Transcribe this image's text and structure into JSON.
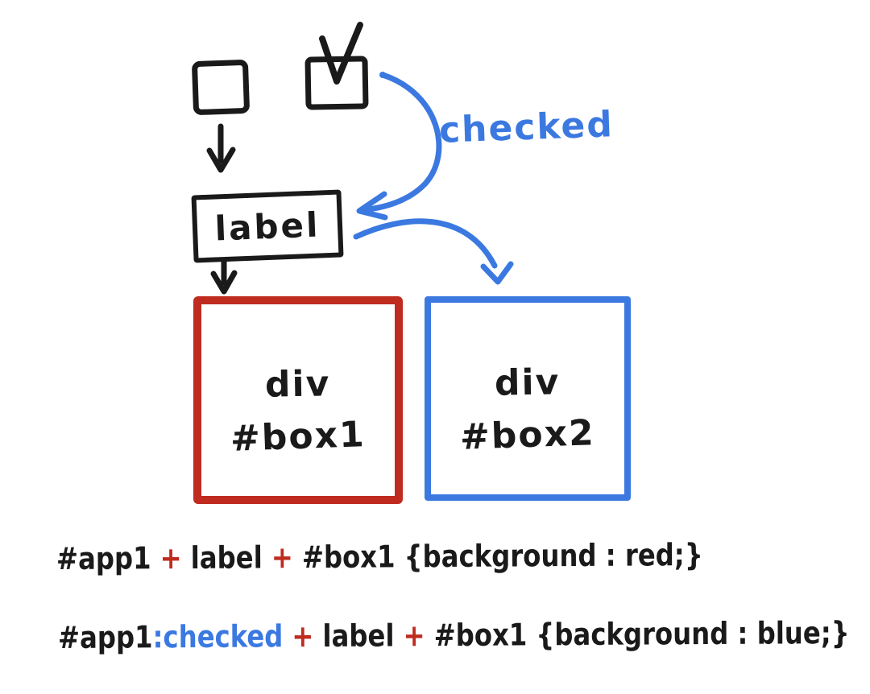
{
  "colors": {
    "paper": "#ffffff",
    "ink": "#1a1a1a",
    "blue": "#3b79e1",
    "red": "#bf2b1f"
  },
  "diagram": {
    "checked_annotation": "checked",
    "label_text": "label",
    "box1": {
      "tag": "div",
      "id": "#box1"
    },
    "box2": {
      "tag": "div",
      "id": "#box2"
    }
  },
  "rules": [
    {
      "segments": [
        {
          "text": "#app1",
          "ink": "black"
        },
        {
          "text": "+",
          "ink": "red"
        },
        {
          "text": "label",
          "ink": "black"
        },
        {
          "text": "+",
          "ink": "red"
        },
        {
          "text": "#box1",
          "ink": "black"
        },
        {
          "text": "{background : red;}",
          "ink": "black"
        }
      ]
    },
    {
      "segments": [
        {
          "text": "#app1",
          "ink": "black"
        },
        {
          "text": ":checked",
          "ink": "blue",
          "tight": true
        },
        {
          "text": "+",
          "ink": "red"
        },
        {
          "text": "label",
          "ink": "black"
        },
        {
          "text": "+",
          "ink": "red"
        },
        {
          "text": "#box1",
          "ink": "black"
        },
        {
          "text": "{background : blue;}",
          "ink": "black"
        }
      ]
    }
  ]
}
